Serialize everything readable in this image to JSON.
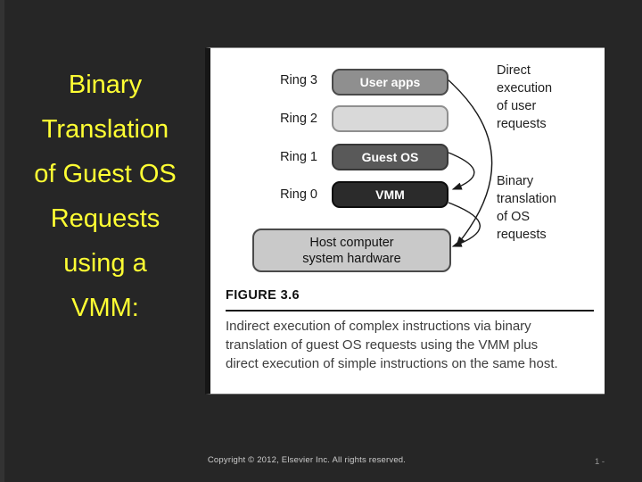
{
  "slide": {
    "background_color": "#262626",
    "title_color": "#FFFF33",
    "title_lines": [
      "Binary",
      "Translation",
      "of Guest OS",
      "Requests",
      "using a",
      "VMM:"
    ],
    "footer": {
      "copyright": "Copyright © 2012, Elsevier Inc. All rights reserved.",
      "page": "1 -"
    }
  },
  "figure": {
    "rings": [
      {
        "label": "Ring 3",
        "box": "User apps",
        "box_fill": "#8F8F8F"
      },
      {
        "label": "Ring 2",
        "box": "",
        "box_fill": "#D9D9D9"
      },
      {
        "label": "Ring 1",
        "box": "Guest OS",
        "box_fill": "#595959"
      },
      {
        "label": "Ring 0",
        "box": "VMM",
        "box_fill": "#2B2B2B"
      }
    ],
    "host_box": {
      "line1": "Host computer",
      "line2": "system hardware",
      "fill": "#C9C9C9"
    },
    "annotations": {
      "direct": {
        "lines": [
          "Direct",
          "execution",
          "of user",
          "requests"
        ]
      },
      "binary": {
        "lines": [
          "Binary",
          "translation",
          "of OS",
          "requests"
        ]
      }
    },
    "caption_label": "FIGURE 3.6",
    "caption_lines": [
      "Indirect execution of complex instructions via binary",
      "translation of guest OS requests using the VMM plus",
      "direct execution of simple instructions on the same host."
    ]
  }
}
